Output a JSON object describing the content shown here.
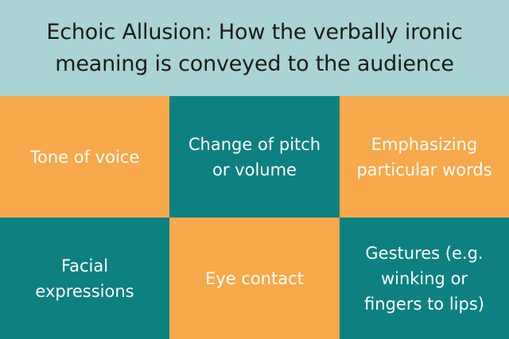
{
  "title": {
    "line1": "Echoic Allusion: How the verbally ironic",
    "line2": "meaning is conveyed to the audience"
  },
  "cells": [
    {
      "lines": [
        "Tone of voice"
      ]
    },
    {
      "lines": [
        "Change of pitch",
        "or volume"
      ]
    },
    {
      "lines": [
        "Emphasizing",
        "particular words"
      ]
    },
    {
      "lines": [
        "Facial",
        "expressions"
      ]
    },
    {
      "lines": [
        "Eye contact"
      ]
    },
    {
      "lines": [
        "Gestures (e.g.",
        "winking or",
        "fingers to lips)"
      ]
    }
  ],
  "colors": {
    "header_bg": "#a9d3d4",
    "orange": "#f8a94b",
    "teal": "#0d8082"
  }
}
